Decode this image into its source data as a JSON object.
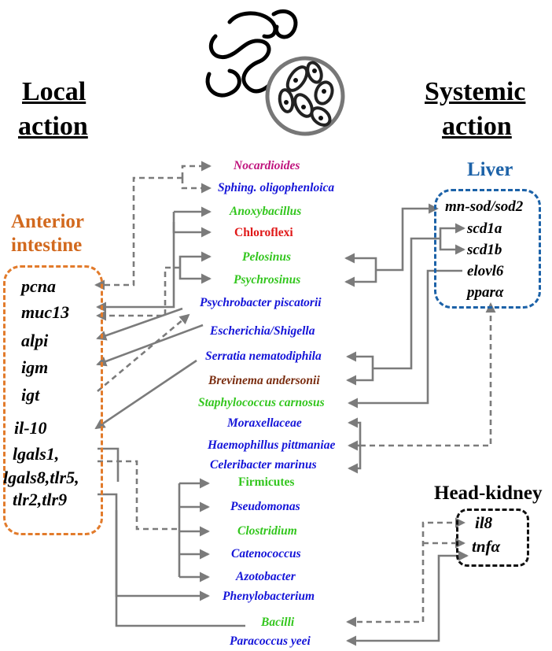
{
  "headings": {
    "local": "Local\naction",
    "local_l1": "Local",
    "local_l2": "action",
    "systemic_l1": "Systemic",
    "systemic_l2": "action"
  },
  "sections": {
    "anterior_intestine_l1": "Anterior",
    "anterior_intestine_l2": "intestine",
    "liver": "Liver",
    "head_kidney": "Head-kidney"
  },
  "intestine_genes": {
    "pcna": "pcna",
    "muc13": "muc13",
    "alpi": "alpi",
    "igm": "igm",
    "igt": "igt",
    "il10": "il-10",
    "lgals_l1": "lgals1,",
    "lgals_l2": "lgals8,tlr5,",
    "lgals_l3": "tlr2,tlr9"
  },
  "liver_genes": {
    "mnsod": "mn-sod/sod2",
    "scd1a": "scd1a",
    "scd1b": "scd1b",
    "elovl6": "elovl6",
    "ppara": "pparα"
  },
  "kidney_genes": {
    "il8": "il8",
    "tnfa": "tnfα"
  },
  "taxa": {
    "nocardioides": "Nocardioides",
    "sphing": "Sphing. oligophenloica",
    "anoxybacillus": "Anoxybacillus",
    "chloroflexi": "Chloroflexi",
    "pelosinus": "Pelosinus",
    "psychrosinus": "Psychrosinus",
    "psychrobacter": "Psychrobacter piscatorii",
    "escherichia": "Escherichia/Shigella",
    "serratia": "Serratia nematodiphila",
    "brevinema": "Brevinema andersonii",
    "staphylococcus": "Staphylococcus carnosus",
    "moraxellaceae": "Moraxellaceae",
    "haemophillus": "Haemophillus pittmaniae",
    "celeribacter": "Celeribacter marinus",
    "firmicutes": "Firmicutes",
    "pseudomonas": "Pseudomonas",
    "clostridium": "Clostridium",
    "catenococcus": "Catenococcus",
    "azotobacter": "Azotobacter",
    "phenylobacterium": "Phenylobacterium",
    "bacilli": "Bacilli",
    "paracoccus": "Paracoccus yeei"
  },
  "colors": {
    "magenta": "#c0157e",
    "blue": "#1414d8",
    "green": "#33c61e",
    "red": "#e01818",
    "brown": "#7a2d10",
    "orange": "#e27b2b",
    "orange_title": "#d2691e",
    "liver_blue": "#1c62a8",
    "arrow_gray": "#7b7b7b"
  },
  "icons": [
    "intestine-icon",
    "bacteria-icon"
  ]
}
